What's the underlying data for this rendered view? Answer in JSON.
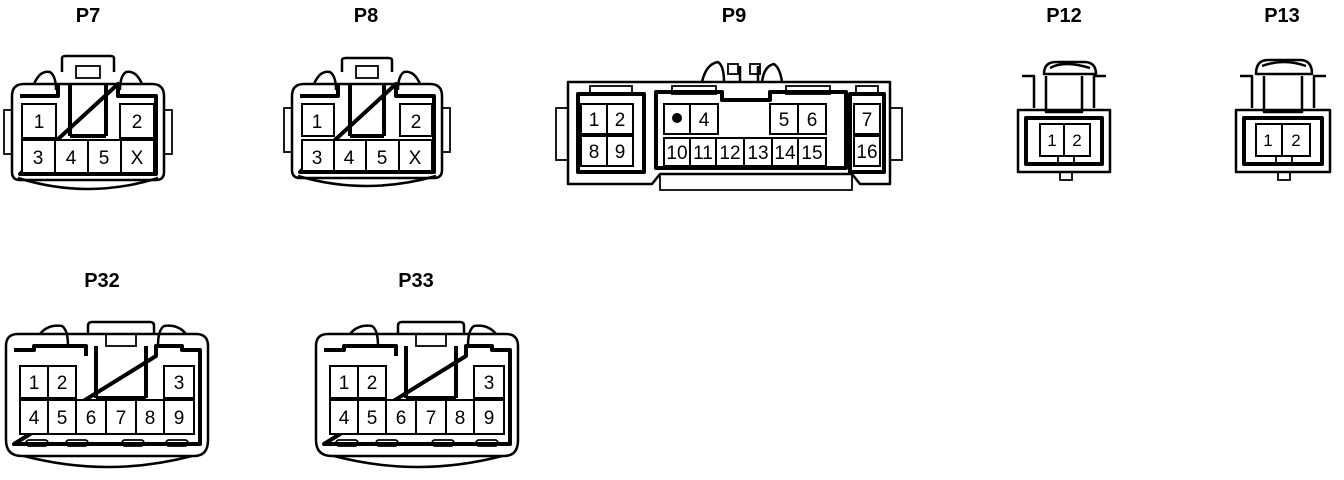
{
  "connectors": [
    {
      "id": "p7",
      "title": "P7",
      "pins": [
        "1",
        "2",
        "3",
        "4",
        "5",
        "X"
      ]
    },
    {
      "id": "p8",
      "title": "P8",
      "pins": [
        "1",
        "2",
        "3",
        "4",
        "5",
        "X"
      ]
    },
    {
      "id": "p9",
      "title": "P9",
      "pins": [
        "1",
        "2",
        "8",
        "9",
        "4",
        "5",
        "6",
        "10",
        "11",
        "12",
        "13",
        "14",
        "15",
        "7",
        "16"
      ]
    },
    {
      "id": "p12",
      "title": "P12",
      "pins": [
        "1",
        "2"
      ]
    },
    {
      "id": "p13",
      "title": "P13",
      "pins": [
        "1",
        "2"
      ]
    },
    {
      "id": "p32",
      "title": "P32",
      "pins": [
        "1",
        "2",
        "3",
        "4",
        "5",
        "6",
        "7",
        "8",
        "9"
      ]
    },
    {
      "id": "p33",
      "title": "P33",
      "pins": [
        "1",
        "2",
        "3",
        "4",
        "5",
        "6",
        "7",
        "8",
        "9"
      ]
    }
  ]
}
